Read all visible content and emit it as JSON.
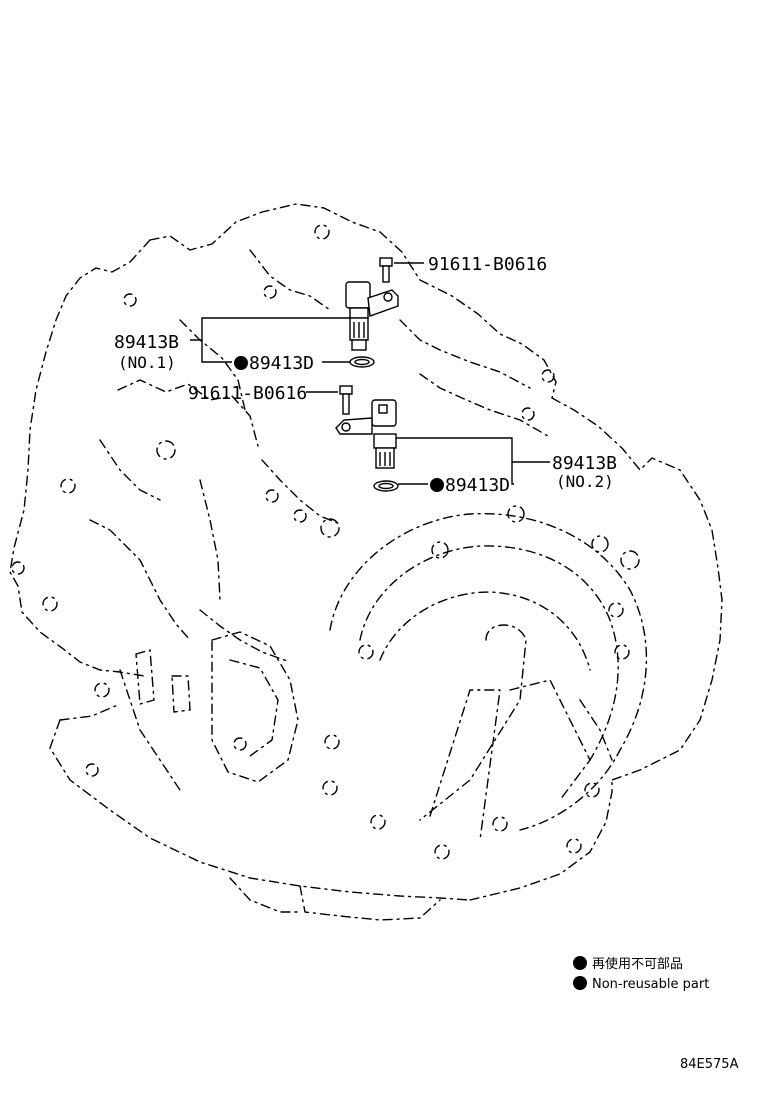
{
  "callouts": {
    "bolt_upper": "91611-B0616",
    "bolt_lower": "91611-B0616",
    "sensor_no1_part": "89413B",
    "sensor_no1_name": "(NO.1)",
    "oring_no1": "89413D",
    "sensor_no2_part": "89413B",
    "sensor_no2_name": "(NO.2)",
    "oring_no2": "89413D"
  },
  "legend": {
    "japanese": "再使用不可部品",
    "english": "Non-reusable part"
  },
  "figure_code": "84E575A"
}
